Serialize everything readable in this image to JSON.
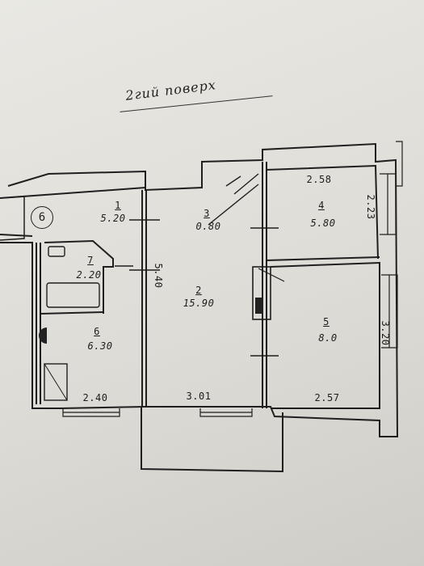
{
  "title": "2гий поверх",
  "stair_number": "6",
  "rooms": [
    {
      "id": "1",
      "area": "5.20"
    },
    {
      "id": "2",
      "area": "15.90"
    },
    {
      "id": "3",
      "area": "0.80"
    },
    {
      "id": "4",
      "area": "5.80"
    },
    {
      "id": "5",
      "area": "8.0"
    },
    {
      "id": "6",
      "area": "6.30"
    },
    {
      "id": "7",
      "area": "2.20"
    }
  ],
  "dimensions": {
    "room2_height": "5.40",
    "room5_height": "3.20",
    "room4_height": "2.23",
    "room4_width": "2.58",
    "bottom_left": "2.40",
    "bottom_middle": "3.01",
    "bottom_right": "2.57"
  }
}
